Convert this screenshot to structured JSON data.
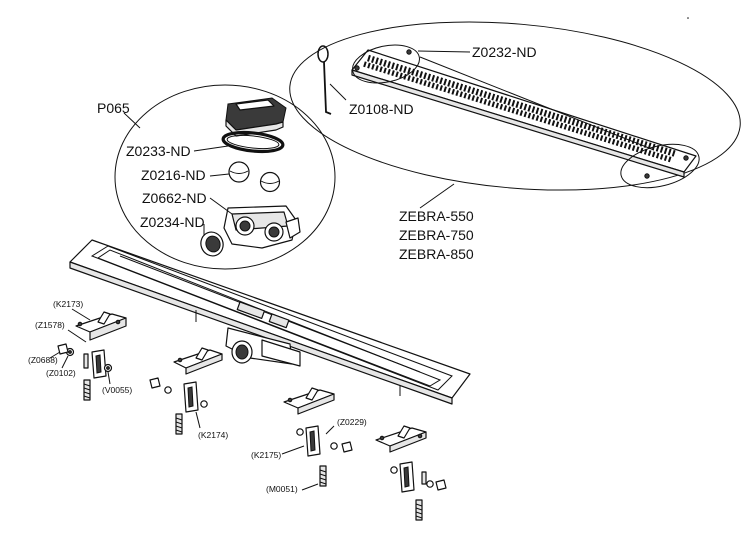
{
  "diagram": {
    "callouts": {
      "p065": "P065",
      "z0233": "Z0233-ND",
      "z0216": "Z0216-ND",
      "z0662": "Z0662-ND",
      "z0234": "Z0234-ND",
      "z0232": "Z0232-ND",
      "z0108": "Z0108-ND",
      "zebra550": "ZEBRA-550",
      "zebra750": "ZEBRA-750",
      "zebra850": "ZEBRA-850",
      "k2173": "(K2173)",
      "z1578": "(Z1578)",
      "z0688": "(Z0688)",
      "z0102": "(Z0102)",
      "v0055": "(V0055)",
      "k2174": "(K2174)",
      "z0229": "(Z0229)",
      "k2175": "(K2175)",
      "m0051": "(M0051)"
    }
  }
}
